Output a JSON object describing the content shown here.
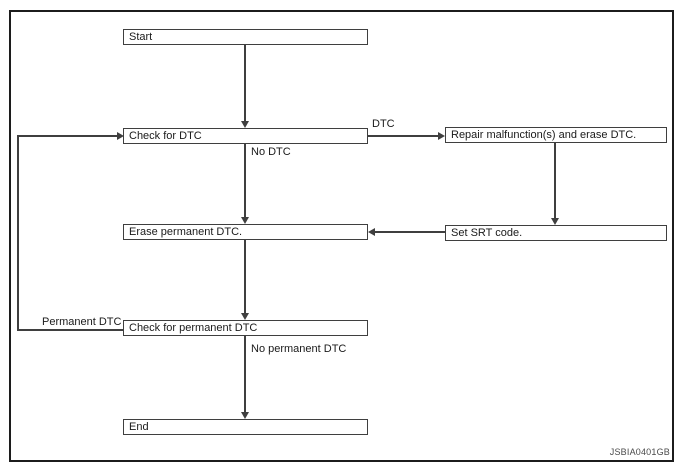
{
  "diagram": {
    "title_hint": "DTC / SRT diagnostic procedure flowchart",
    "nodes": {
      "start": "Start",
      "check_dtc": "Check for DTC",
      "repair": "Repair malfunction(s) and erase DTC.",
      "erase_permanent": "Erase permanent DTC.",
      "set_srt": "Set SRT code.",
      "check_permanent": "Check for permanent DTC",
      "end": "End"
    },
    "edge_labels": {
      "dtc": "DTC",
      "no_dtc": "No DTC",
      "permanent_dtc": "Permanent DTC",
      "no_permanent_dtc": "No permanent DTC"
    },
    "figure_code": "JSBIA0401GB",
    "colors": {
      "background": "#ffffff",
      "frame_border": "#1c1c1c",
      "box_border": "#3f3f3f",
      "line": "#3f3f3f",
      "text": "#1a1a1a"
    }
  }
}
